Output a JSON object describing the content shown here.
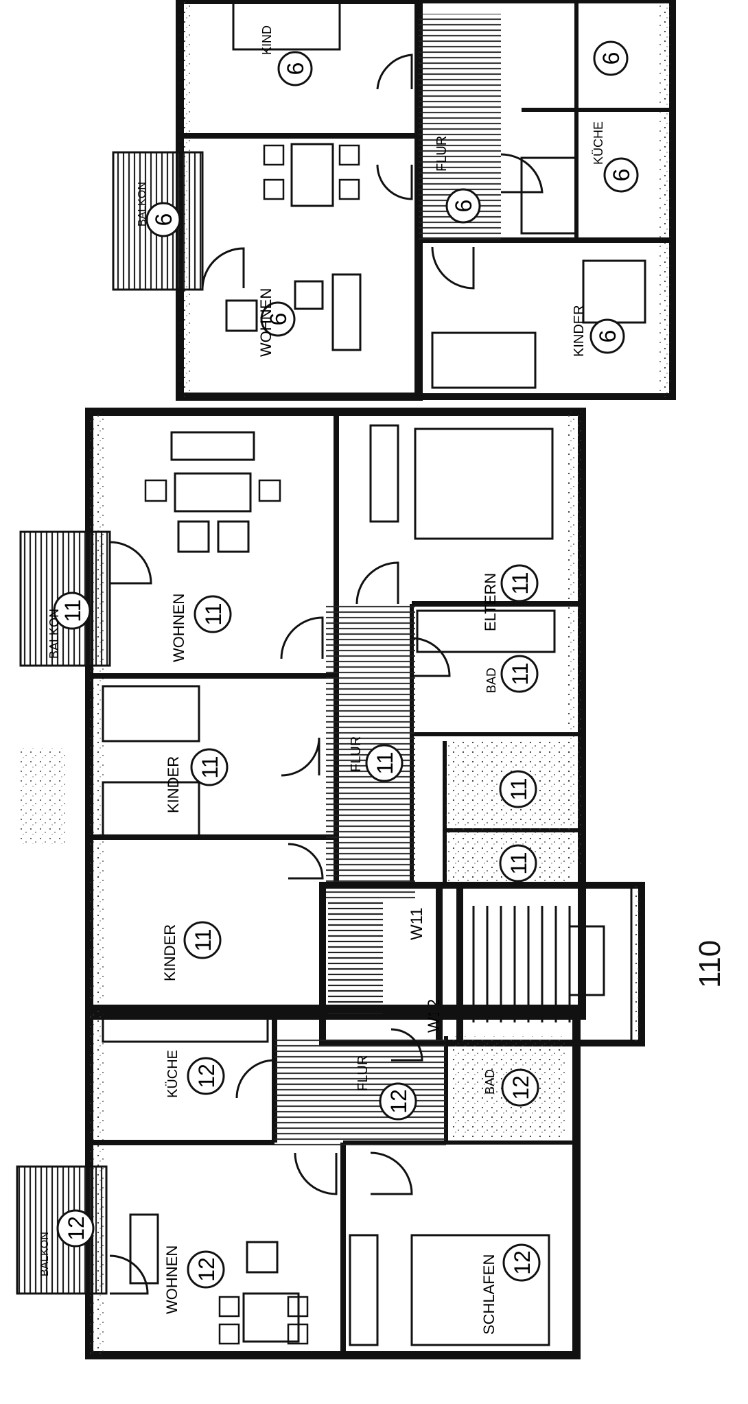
{
  "floor_title": "2.Obergeschoss",
  "building_number": "110",
  "colors": {
    "ink": "#111111",
    "paper": "#ffffff",
    "hatch": "#222222"
  },
  "units": {
    "unit_6": {
      "number": "6",
      "rooms": [
        {
          "key": "kind-top",
          "label": "KIND",
          "number": "6"
        },
        {
          "key": "bad",
          "label": "",
          "number": "6"
        },
        {
          "key": "balkon",
          "label": "BALKON",
          "number": "6"
        },
        {
          "key": "wohnen-dining",
          "label": "",
          "number": "6"
        },
        {
          "key": "flur",
          "label": "FLUR",
          "number": "6"
        },
        {
          "key": "kueche",
          "label": "KÜCHE",
          "number": "6"
        },
        {
          "key": "wohnen",
          "label": "WOHNEN",
          "number": "6"
        },
        {
          "key": "kinder",
          "label": "KINDER",
          "number": "6"
        }
      ]
    },
    "unit_11": {
      "number": "11",
      "rooms": [
        {
          "key": "balkon",
          "label": "BALKON",
          "number": "11"
        },
        {
          "key": "wohnen",
          "label": "WOHNEN",
          "number": "11"
        },
        {
          "key": "eltern",
          "label": "ELTERN",
          "number": "11"
        },
        {
          "key": "bad",
          "label": "BAD",
          "number": "11"
        },
        {
          "key": "kinder1",
          "label": "KINDER",
          "number": "11"
        },
        {
          "key": "flur",
          "label": "FLUR",
          "number": "11"
        },
        {
          "key": "wc",
          "label": "",
          "number": "11"
        },
        {
          "key": "abst",
          "label": "",
          "number": "11"
        },
        {
          "key": "kinder2",
          "label": "KINDER",
          "number": "11"
        }
      ]
    },
    "unit_12": {
      "number": "12",
      "rooms": [
        {
          "key": "kueche",
          "label": "KÜCHE",
          "number": "12"
        },
        {
          "key": "flur",
          "label": "FLUR",
          "number": "12"
        },
        {
          "key": "bad",
          "label": "BAD",
          "number": "12"
        },
        {
          "key": "balkon",
          "label": "BALKON",
          "number": "12"
        },
        {
          "key": "wohnen",
          "label": "WOHNEN",
          "number": "12"
        },
        {
          "key": "schlafen",
          "label": "SCHLAFEN",
          "number": "12"
        }
      ]
    }
  },
  "stair_labels": {
    "w11": "W11",
    "w12": "W12"
  }
}
